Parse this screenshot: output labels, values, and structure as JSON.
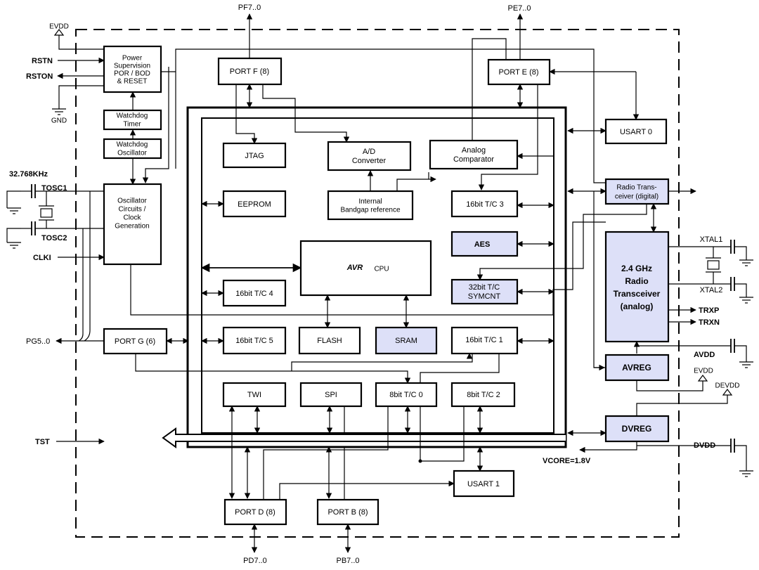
{
  "blocks": {
    "power_supervision": [
      "Power",
      "Supervision",
      "POR / BOD",
      "& RESET"
    ],
    "watchdog_timer": [
      "Watchdog",
      "Timer"
    ],
    "watchdog_oscillator": [
      "Watchdog",
      "Oscillator"
    ],
    "oscillator": [
      "Oscillator",
      "Circuits /",
      "Clock",
      "Generation"
    ],
    "port_g": "PORT G (6)",
    "port_f": "PORT F (8)",
    "port_e": "PORT E (8)",
    "usart0": "USART 0",
    "jtag": "JTAG",
    "adc": [
      "A/D",
      "Converter"
    ],
    "analog_comparator": [
      "Analog",
      "Comparator"
    ],
    "eeprom": "EEPROM",
    "bandgap": [
      "Internal",
      "Bandgap reference"
    ],
    "timer3": "16bit T/C 3",
    "aes": "AES",
    "cpu_logo": "AVR",
    "cpu": "CPU",
    "timer_32bit": [
      "32bit T/C",
      "SYMCNT"
    ],
    "timer4": "16bit T/C 4",
    "timer5": "16bit T/C 5",
    "flash": "FLASH",
    "sram": "SRAM",
    "timer1": "16bit T/C 1",
    "twi": "TWI",
    "spi": "SPI",
    "timer0": "8bit T/C 0",
    "timer2": "8bit T/C 2",
    "usart1": "USART 1",
    "port_d": "PORT D (8)",
    "port_b": "PORT B (8)",
    "radio_digital": [
      "Radio Trans-",
      "ceiver (digital)"
    ],
    "radio_analog": [
      "2.4 GHz",
      "Radio",
      "Transceiver",
      "(analog)"
    ],
    "avreg": "AVREG",
    "dvreg": "DVREG"
  },
  "pins": {
    "pf": "PF7..0",
    "pe": "PE7..0",
    "pd": "PD7..0",
    "pb": "PB7..0",
    "pg": "PG5..0",
    "evdd": "EVDD",
    "gnd": "GND",
    "rstn": "RSTN",
    "rston": "RSTON",
    "khz": "32.768KHz",
    "tosc1": "TOSC1",
    "tosc2": "TOSC2",
    "clki": "CLKI",
    "tst": "TST",
    "xtal1": "XTAL1",
    "xtal2": "XTAL2",
    "trxp": "TRXP",
    "trxn": "TRXN",
    "avdd": "AVDD",
    "devdd": "DEVDD",
    "dvdd": "DVDD",
    "vcore": "VCORE=1.8V"
  },
  "colors": {
    "highlight_block": "#dde0f8",
    "line": "#000000",
    "background": "#ffffff"
  }
}
